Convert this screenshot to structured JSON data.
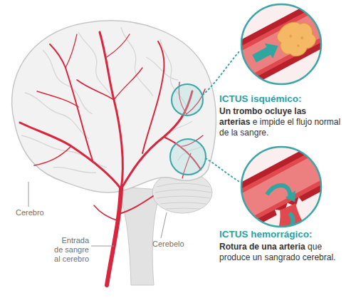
{
  "diagram": {
    "labels": [
      "ICTUS isquémico:",
      "Un trombo ocluye las arterias",
      "e impide el flujo normal de la sangre.",
      "ICTUS hemorrágico:",
      "Rotura de una arteria",
      "que produce un sangrado cerebral.",
      "Cerebro",
      "Entrada de sangre al cerebro",
      "Cerebelo"
    ]
  }
}
